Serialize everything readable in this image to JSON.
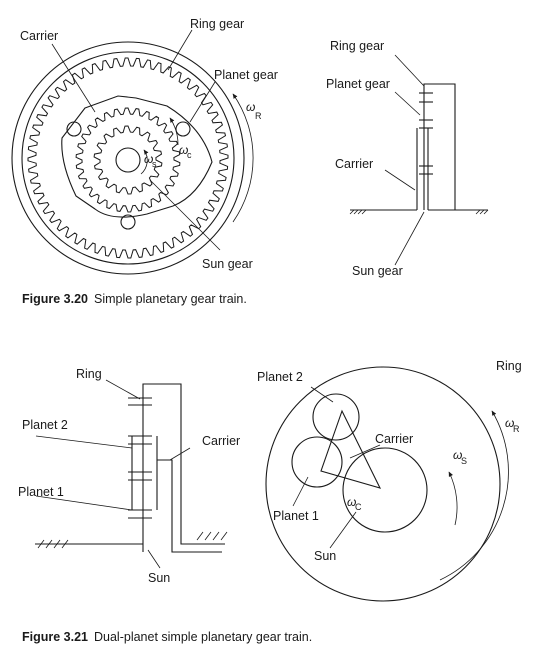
{
  "figure_320": {
    "caption_number": "Figure 3.20",
    "caption_text": "Simple planetary gear train.",
    "front_labels": {
      "carrier": "Carrier",
      "ring_gear": "Ring gear",
      "planet_gear": "Planet gear",
      "sun_gear": "Sun gear",
      "omega": "ω",
      "omega_r_sub": "R",
      "omega_c_sub": "c",
      "omega_s_sub": "s"
    },
    "side_labels": {
      "ring_gear": "Ring gear",
      "planet_gear": "Planet gear",
      "carrier": "Carrier",
      "sun_gear": "Sun gear"
    }
  },
  "figure_321": {
    "caption_number": "Figure 3.21",
    "caption_text": "Dual-planet simple planetary gear train.",
    "schematic_labels": {
      "ring": "Ring",
      "planet2": "Planet 2",
      "carrier": "Carrier",
      "planet1": "Planet 1",
      "sun": "Sun"
    },
    "circle_labels": {
      "planet2": "Planet 2",
      "ring": "Ring",
      "carrier": "Carrier",
      "planet1": "Planet 1",
      "sun": "Sun",
      "omega": "ω",
      "omega_r_sub": "R",
      "omega_s_sub": "S",
      "omega_c_sub": "C"
    }
  },
  "colors": {
    "ink": "#1a1a1a",
    "background": "#ffffff"
  }
}
